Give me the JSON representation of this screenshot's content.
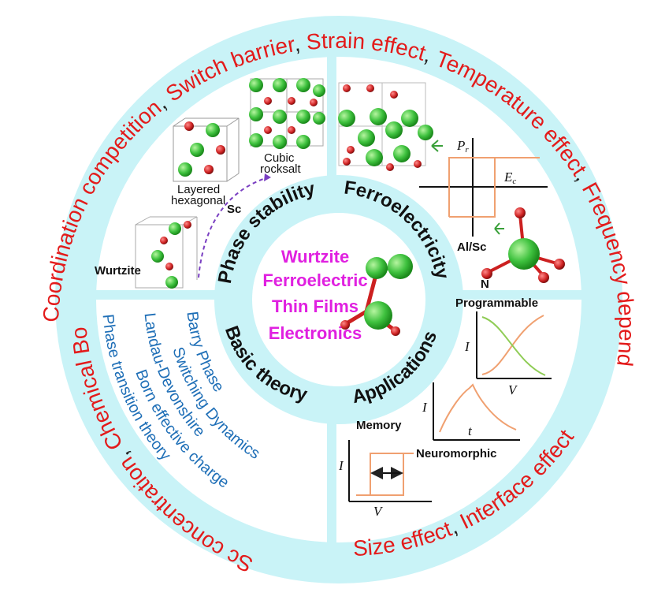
{
  "outer_ring": {
    "top": [
      {
        "text": "Coordination competition",
        "color": "red"
      },
      {
        "text": ", ",
        "color": "black"
      },
      {
        "text": "Switch barrier",
        "color": "red"
      },
      {
        "text": ", ",
        "color": "black"
      },
      {
        "text": "Strain effect",
        "color": "red"
      },
      {
        "text": ", ",
        "color": "black"
      },
      {
        "text": "Temperature effect",
        "color": "red"
      },
      {
        "text": ", ",
        "color": "black"
      },
      {
        "text": "Frequency dependent",
        "color": "red"
      },
      {
        "text": ", ",
        "color": "black"
      }
    ],
    "left_prefix": "Chemical Bond",
    "left_sep": ", ",
    "bottom": [
      {
        "text": "Size effect",
        "color": "red"
      },
      {
        "text": ", ",
        "color": "black"
      },
      {
        "text": "Interface effect",
        "color": "red"
      }
    ],
    "bottom_left": "Sc concentration",
    "bottom_left_sep": ", "
  },
  "inner_ring": {
    "phase_stability": "Phase stability",
    "ferroelectricity": "Ferroelectricity",
    "basic_theory": "Basic theory",
    "applications": "Applications"
  },
  "center": {
    "line1": "Wurtzite",
    "line2": "Ferroelectric",
    "line3": "Thin Films",
    "line4": "Electronics"
  },
  "phase_panel": {
    "wurtzite": "Wurtzite",
    "layered": "Layered",
    "hexagonal": "hexagonal",
    "cubic": "Cubic",
    "rocksalt": "rocksalt",
    "sc": "Sc"
  },
  "ferro_panel": {
    "pr": "P",
    "pr_sub": "r",
    "ec": "E",
    "ec_sub": "c",
    "alsc": "Al/Sc",
    "n": "N"
  },
  "theory_panel": [
    "Barry Phase",
    "Switching Dynamics",
    "Landau-Devonshire",
    "Born effective charge",
    "Phase transition theory"
  ],
  "app_panel": {
    "programmable": "Programmable",
    "i1": "I",
    "v1": "V",
    "i2": "I",
    "t2": "t",
    "memory": "Memory",
    "neuromorphic": "Neuromorphic",
    "i3": "I",
    "v3": "V"
  },
  "colors": {
    "ring": "#c9f3f7",
    "red": "#e31b1b",
    "magenta": "#e020e0",
    "blue": "#1f6fb7",
    "curve_orange": "#f0a070",
    "curve_green": "#8fcc55",
    "atom_green": "#3fc23f",
    "atom_red": "#cc2020"
  }
}
